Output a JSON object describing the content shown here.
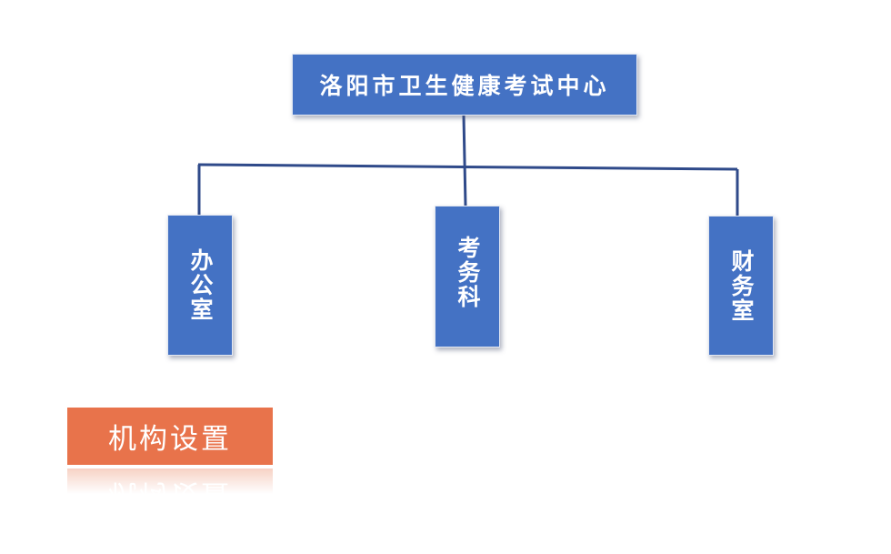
{
  "org_chart": {
    "root": {
      "label": "洛阳市卫生健康考试中心"
    },
    "departments": [
      {
        "label": "办公室"
      },
      {
        "label": "考务科"
      },
      {
        "label": "财务室"
      }
    ]
  },
  "section_title": {
    "label": "机构设置"
  },
  "colors": {
    "box_fill": "#4472c4",
    "connector": "#2f4a8a",
    "title_fill": "#e8734b",
    "text": "#ffffff"
  }
}
